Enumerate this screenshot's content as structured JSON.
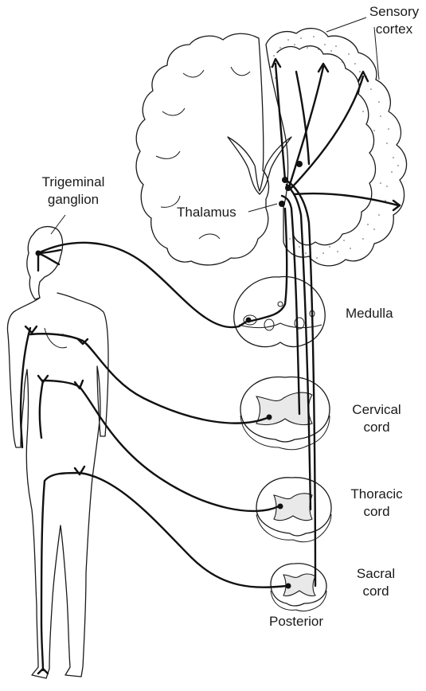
{
  "labels": {
    "sensory_cortex_line1": "Sensory",
    "sensory_cortex_line2": "cortex",
    "trigeminal_line1": "Trigeminal",
    "trigeminal_line2": "ganglion",
    "thalamus": "Thalamus",
    "medulla": "Medulla",
    "cervical_line1": "Cervical",
    "cervical_line2": "cord",
    "thoracic_line1": "Thoracic",
    "thoracic_line2": "cord",
    "sacral_line1": "Sacral",
    "sacral_line2": "cord",
    "posterior": "Posterior"
  }
}
